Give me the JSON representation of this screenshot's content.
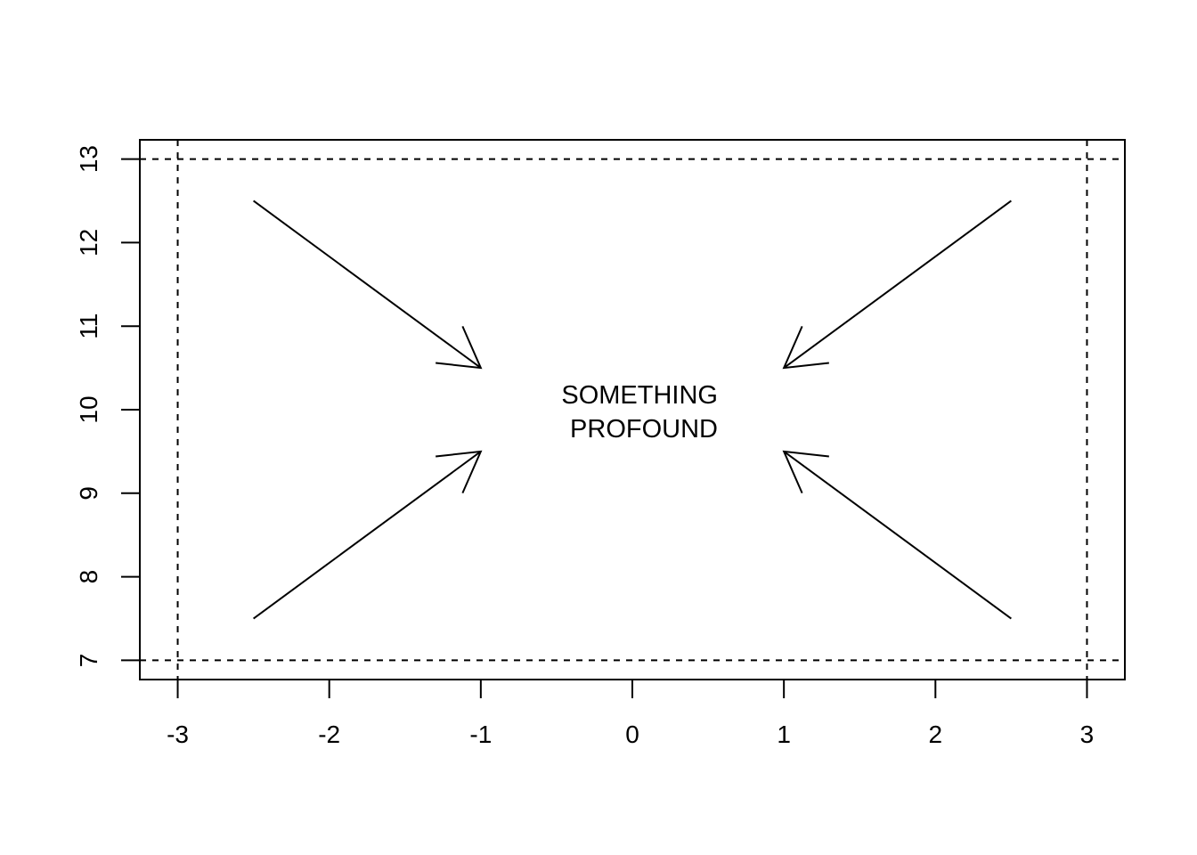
{
  "chart_data": {
    "type": "scatter",
    "title": "",
    "xlabel": "",
    "ylabel": "",
    "xlim": [
      -3.25,
      3.25
    ],
    "ylim": [
      6.77,
      13.23
    ],
    "x_ticks": [
      -3,
      -2,
      -1,
      0,
      1,
      2,
      3
    ],
    "x_tick_labels": [
      "-3",
      "-2",
      "-1",
      "0",
      "1",
      "2",
      "3"
    ],
    "y_ticks": [
      7,
      8,
      9,
      10,
      11,
      12,
      13
    ],
    "y_tick_labels": [
      "7",
      "8",
      "9",
      "10",
      "11",
      "12",
      "13"
    ],
    "grid": false,
    "reference_lines": {
      "horizontal": [
        7,
        13
      ],
      "vertical": [
        -3,
        3
      ],
      "style": "dashed"
    },
    "arrows": [
      {
        "x0": -2.5,
        "y0": 12.5,
        "x1": -1,
        "y1": 10.5
      },
      {
        "x0": 2.5,
        "y0": 12.5,
        "x1": 1,
        "y1": 10.5
      },
      {
        "x0": -2.5,
        "y0": 7.5,
        "x1": -1,
        "y1": 9.5
      },
      {
        "x0": 2.5,
        "y0": 7.5,
        "x1": 1,
        "y1": 9.5
      }
    ],
    "annotation": {
      "lines": [
        "SOMETHING",
        "PROFOUND"
      ],
      "x": 0,
      "y": 10
    },
    "colors": {
      "foreground": "#000000",
      "background": "#ffffff"
    }
  }
}
